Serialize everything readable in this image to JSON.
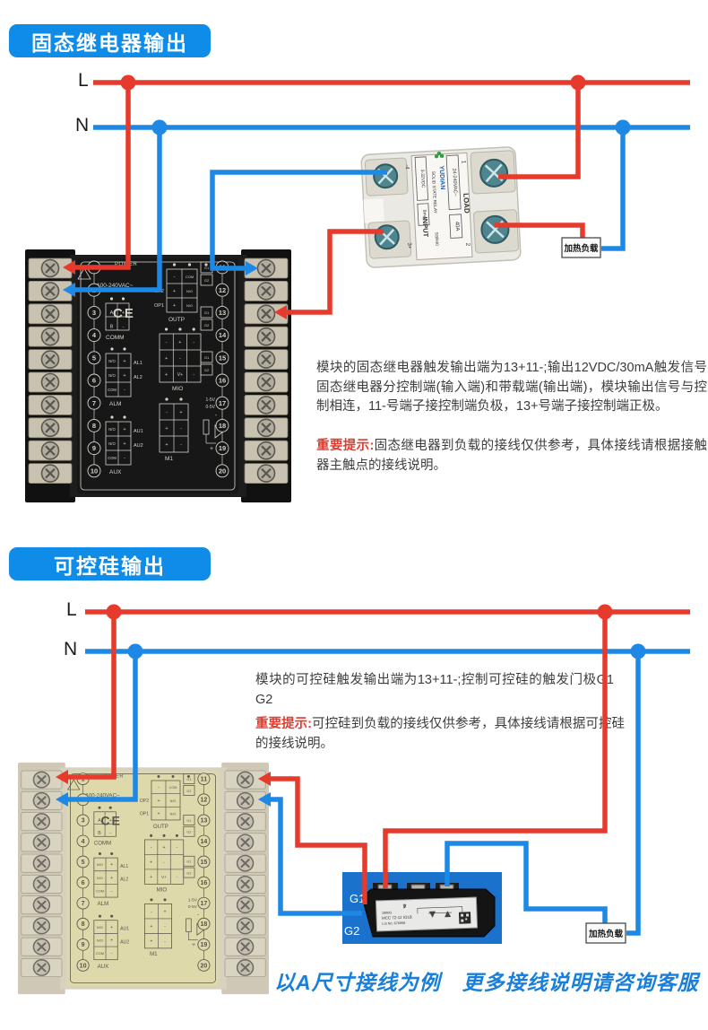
{
  "sections": [
    {
      "badge": "固态继电器输出",
      "l": "L",
      "n": "N",
      "paragraph": "模块的固态继电器触发输出端为13+11-;输出12VDC/30mA触发信号固态继电器分控制端(输入端)和带载端(输出端)，模块输出信号与控制相连，11-号端子接控制端负极，13+号端子接控制端正极。",
      "note_label": "重要提示:",
      "note": "固态继电器到负载的接线仅供参考，具体接线请根据接触器主触点的接线说明。",
      "load_box": "加热负载"
    },
    {
      "badge": "可控硅输出",
      "l": "L",
      "n": "N",
      "paragraph": "模块的可控硅触发输出端为13+11-;控制可控硅的触发门极G1 G2",
      "note_label": "重要提示:",
      "note": "可控硅到负载的接线仅供参考，具体接线请根据可控硅的接线说明。",
      "load_box": "加热负载"
    }
  ],
  "footer": "以A尺寸接线为例　更多接线说明请咨询客服",
  "module_panel": {
    "power": "POWER",
    "voltage": "100-240VAC~",
    "ce": "CE",
    "comm": "COMM",
    "alm": "ALM",
    "aux": "AUX",
    "outp": "OUTP",
    "mio": "MIO",
    "m1": "M1",
    "op1": "OP1",
    "op2": "OP2",
    "al1": "AL1",
    "al2": "AL2",
    "au1": "AU1",
    "au2": "AU2",
    "g1": "G1",
    "g2": "G2",
    "v15": "1-5V",
    "v05": "0-5V",
    "no": "N/O",
    "com": "COM",
    "a": "A",
    "b": "B",
    "plus": "+",
    "minus": "-",
    "vplus": "V+",
    "terminals_left": [
      "1",
      "2",
      "3",
      "4",
      "5",
      "6",
      "7",
      "8",
      "9",
      "10"
    ],
    "terminals_right": [
      "11",
      "12",
      "13",
      "14",
      "15",
      "16",
      "17",
      "18",
      "19",
      "20"
    ]
  },
  "ssr": {
    "brand": "YUDIAN",
    "line1": "SOLID STATE RELAY",
    "model": "SSR40",
    "load_spec": "24-240VAC~",
    "load_amp": "40A",
    "input_spec": "3-32VDC",
    "input_amp": "8mA",
    "input": "INPUT",
    "load": "LOAD",
    "t1": "1",
    "t2": "2",
    "t3": "3+",
    "t4": "-4"
  },
  "scr": {
    "g1": "G1",
    "g2": "G2",
    "label_line1": "1806G",
    "label_line2": "MCC 72-12 IO1B",
    "label_line3": "Lot No. 676958"
  },
  "colors": {
    "wire_red": "#e53a2c",
    "wire_blue": "#1e88e5",
    "badge": "#0f8ce8",
    "footer_text": "#1a7fd8"
  }
}
